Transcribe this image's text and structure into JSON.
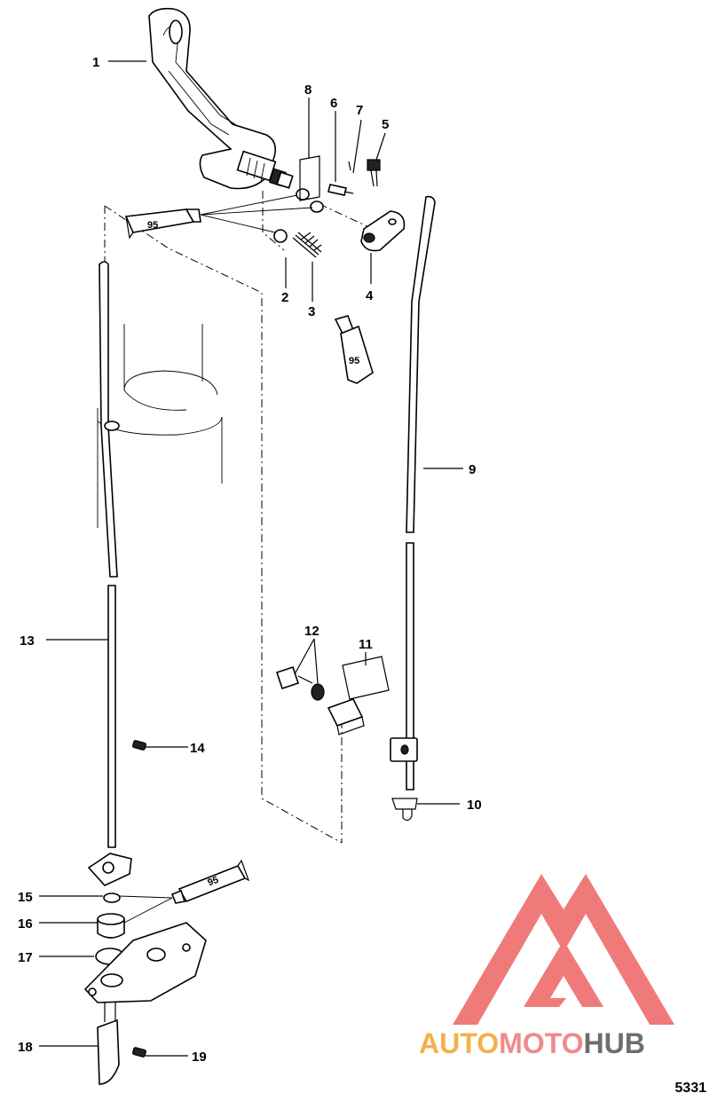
{
  "callouts": [
    {
      "id": "c1",
      "text": "1"
    },
    {
      "id": "c2",
      "text": "2"
    },
    {
      "id": "c3",
      "text": "3"
    },
    {
      "id": "c4",
      "text": "4"
    },
    {
      "id": "c5",
      "text": "5"
    },
    {
      "id": "c6",
      "text": "6"
    },
    {
      "id": "c7",
      "text": "7"
    },
    {
      "id": "c8",
      "text": "8"
    },
    {
      "id": "c9",
      "text": "9"
    },
    {
      "id": "c10",
      "text": "10"
    },
    {
      "id": "c11",
      "text": "11"
    },
    {
      "id": "c12",
      "text": "12"
    },
    {
      "id": "c13",
      "text": "13"
    },
    {
      "id": "c14",
      "text": "14"
    },
    {
      "id": "c15",
      "text": "15"
    },
    {
      "id": "c16",
      "text": "16"
    },
    {
      "id": "c17",
      "text": "17"
    },
    {
      "id": "c18",
      "text": "18"
    },
    {
      "id": "c19",
      "text": "19"
    }
  ],
  "lubricant_tubes": [
    "95",
    "95",
    "95"
  ],
  "watermark": {
    "brand_auto": "AUTO",
    "brand_moto": "MOTO",
    "brand_hub": "HUB",
    "colors": {
      "triangle": "#f07a7a",
      "auto": "#f5b04a",
      "moto": "#f08a8a",
      "hub": "#6e6e6e"
    }
  },
  "drawing_number": "5331"
}
